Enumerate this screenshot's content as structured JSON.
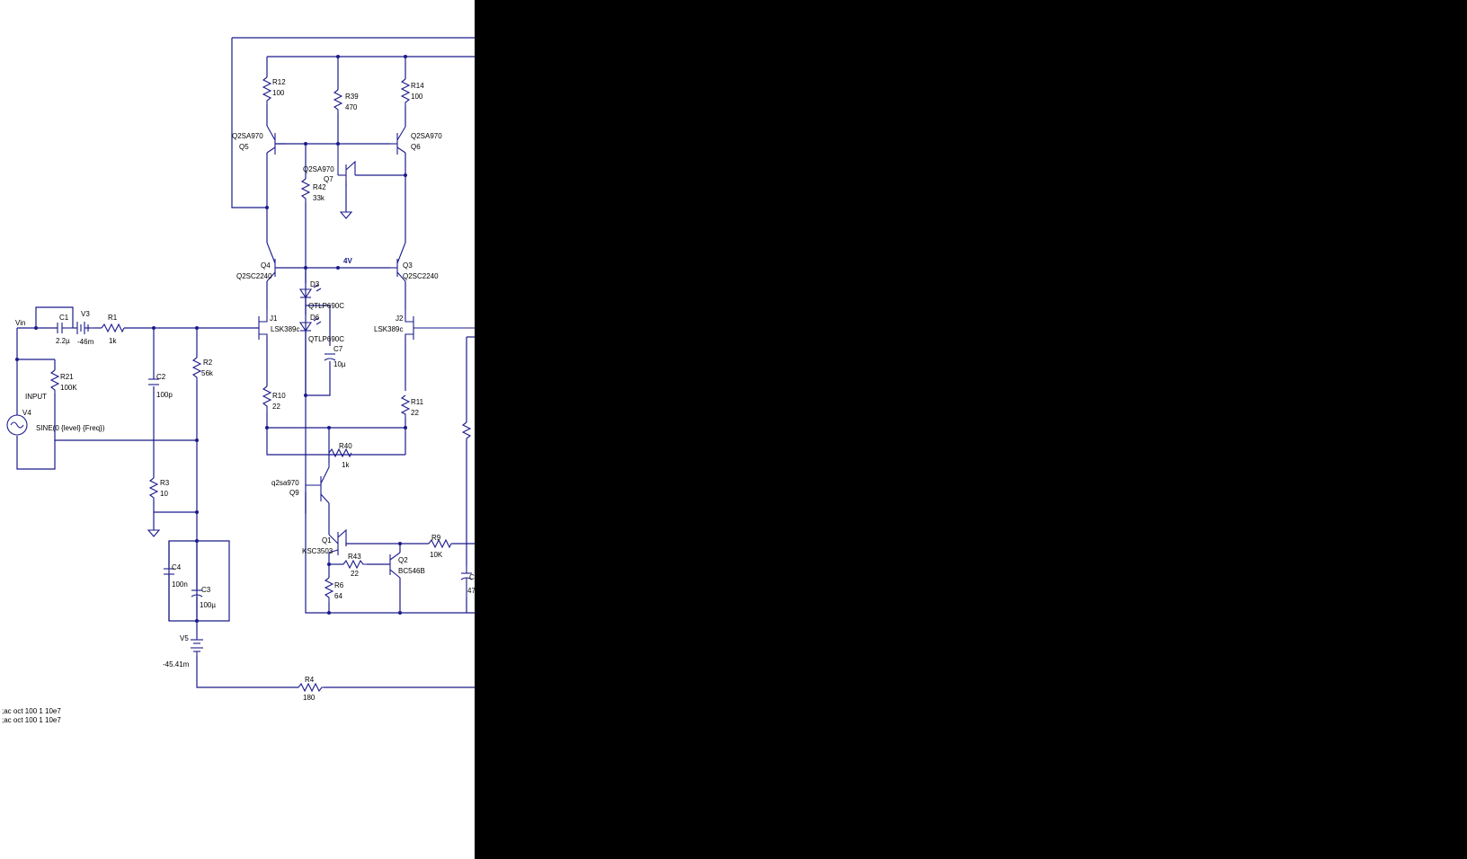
{
  "labels": {
    "R12": "R12",
    "R12_v": "100",
    "R39": "R39",
    "R39_v": "470",
    "R14": "R14",
    "R14_v": "100",
    "Q5_t": "Q2SA970",
    "Q5": "Q5",
    "Q6_t": "Q2SA970",
    "Q6": "Q6",
    "Q7_t": "Q2SA970",
    "Q7": "Q7",
    "R42": "R42",
    "R42_v": "33k",
    "Q4": "Q4",
    "Q4_t": "Q2SC2240",
    "Q3": "Q3",
    "Q3_t": "Q2SC2240",
    "n4v": "4V",
    "D3": "D3",
    "D3_t": "QTLP690C",
    "D6": "D6",
    "D6_t": "QTLP690C",
    "C7": "C7",
    "C7_v": "10µ",
    "J1": "J1",
    "J1_t": "LSK389c",
    "J2": "J2",
    "J2_t": "LSK389c",
    "Vin": "Vin",
    "C1": "C1",
    "C1_v": "2.2µ",
    "V3": "V3",
    "V3_v": "-46m",
    "R1": "R1",
    "R1_v": "1k",
    "R2": "R2",
    "R2_v": "56k",
    "C2": "C2",
    "C2_v": "100p",
    "R21": "R21",
    "R21_v": "100K",
    "INPUT": "INPUT",
    "V4": "V4",
    "V4_v": "SINE(0 {level} {Freq})",
    "R10": "R10",
    "R10_v": "22",
    "R11": "R11",
    "R11_v": "22",
    "R40": "R40",
    "R40_v": "1k",
    "Q9_t": "q2sa970",
    "Q9": "Q9",
    "R3": "R3",
    "R3_v": "10",
    "Q1": "Q1",
    "Q1_t": "KSC3503",
    "R43": "R43",
    "R43_v": "22",
    "Q2": "Q2",
    "Q2_t": "BC546B",
    "R9": "R9",
    "R9_v": "10K",
    "C_partial": "C",
    "C_partial_v": "47",
    "C4": "C4",
    "C4_v": "100n",
    "C3": "C3",
    "C3_v": "100µ",
    "R6": "R6",
    "R6_v": "64",
    "V5": "V5",
    "V5_v": "-45.41m",
    "R4": "R4",
    "R4_v": "180"
  },
  "directives": [
    ";ac oct 100 1 10e7",
    ";ac oct 100 1 10e7"
  ],
  "colors": {
    "wire": "#1a1a8c",
    "background": "#ffffff",
    "overlay": "#000000"
  }
}
